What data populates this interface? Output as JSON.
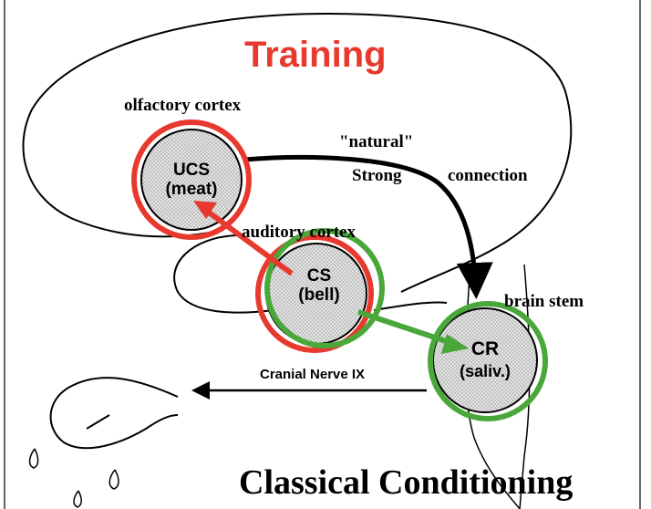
{
  "title": "Training",
  "footer_title": "Classical Conditioning",
  "regions": {
    "olfactory": "olfactory cortex",
    "auditory": "auditory cortex",
    "brainstem": "brain stem"
  },
  "connection": {
    "natural": "\"natural\"",
    "strong": "Strong",
    "connection": "connection"
  },
  "nerve_label": "Cranial Nerve IX",
  "nodes": {
    "ucs": {
      "line1": "UCS",
      "line2": "(meat)"
    },
    "cs": {
      "line1": "CS",
      "line2": "(bell)"
    },
    "cr": {
      "line1": "CR",
      "line2": "(saliv.)"
    }
  },
  "colors": {
    "red": "#e8392f",
    "green": "#4aa83a",
    "black": "#000000",
    "node_fill": "#dcdcdc"
  }
}
